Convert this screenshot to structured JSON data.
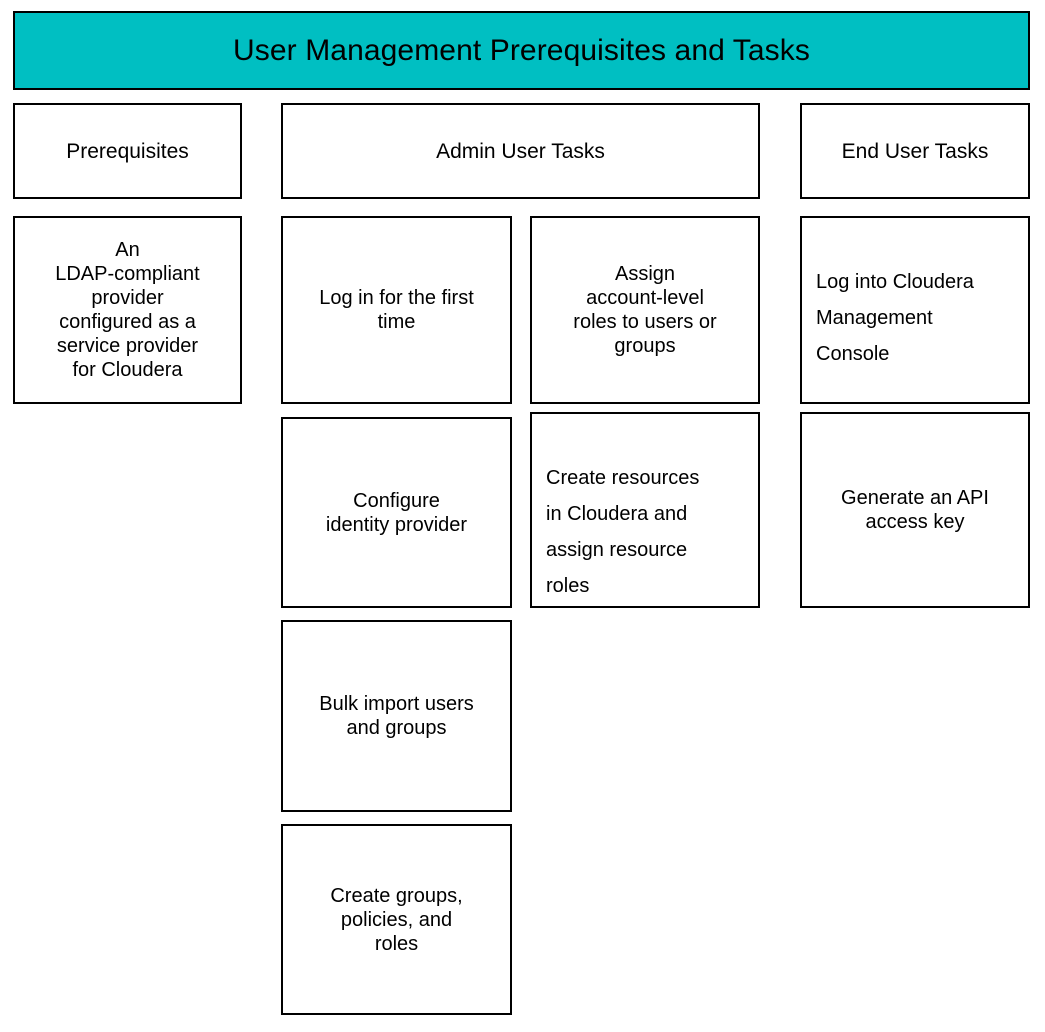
{
  "diagram": {
    "title": "User Management Prerequisites and Tasks",
    "title_bg_color": "#00bfc2",
    "border_color": "#000000",
    "background_color": "#ffffff",
    "columns": [
      {
        "header": "Prerequisites",
        "cards": [
          "An\nLDAP-compliant\nprovider\nconfigured as a\nservice provider\nfor Cloudera"
        ]
      },
      {
        "header": "Admin User Tasks",
        "cards_left": [
          "Log in for the first\ntime",
          "Configure\nidentity provider",
          "Bulk import users\nand groups",
          "Create groups,\npolicies, and\nroles"
        ],
        "cards_right": [
          "Assign\naccount-level\nroles to users or\ngroups",
          "Create resources\nin Cloudera and\nassign resource\nroles"
        ]
      },
      {
        "header": "End User Tasks",
        "cards": [
          "Log into Cloudera\nManagement\nConsole",
          "Generate an API\naccess key"
        ]
      }
    ]
  }
}
